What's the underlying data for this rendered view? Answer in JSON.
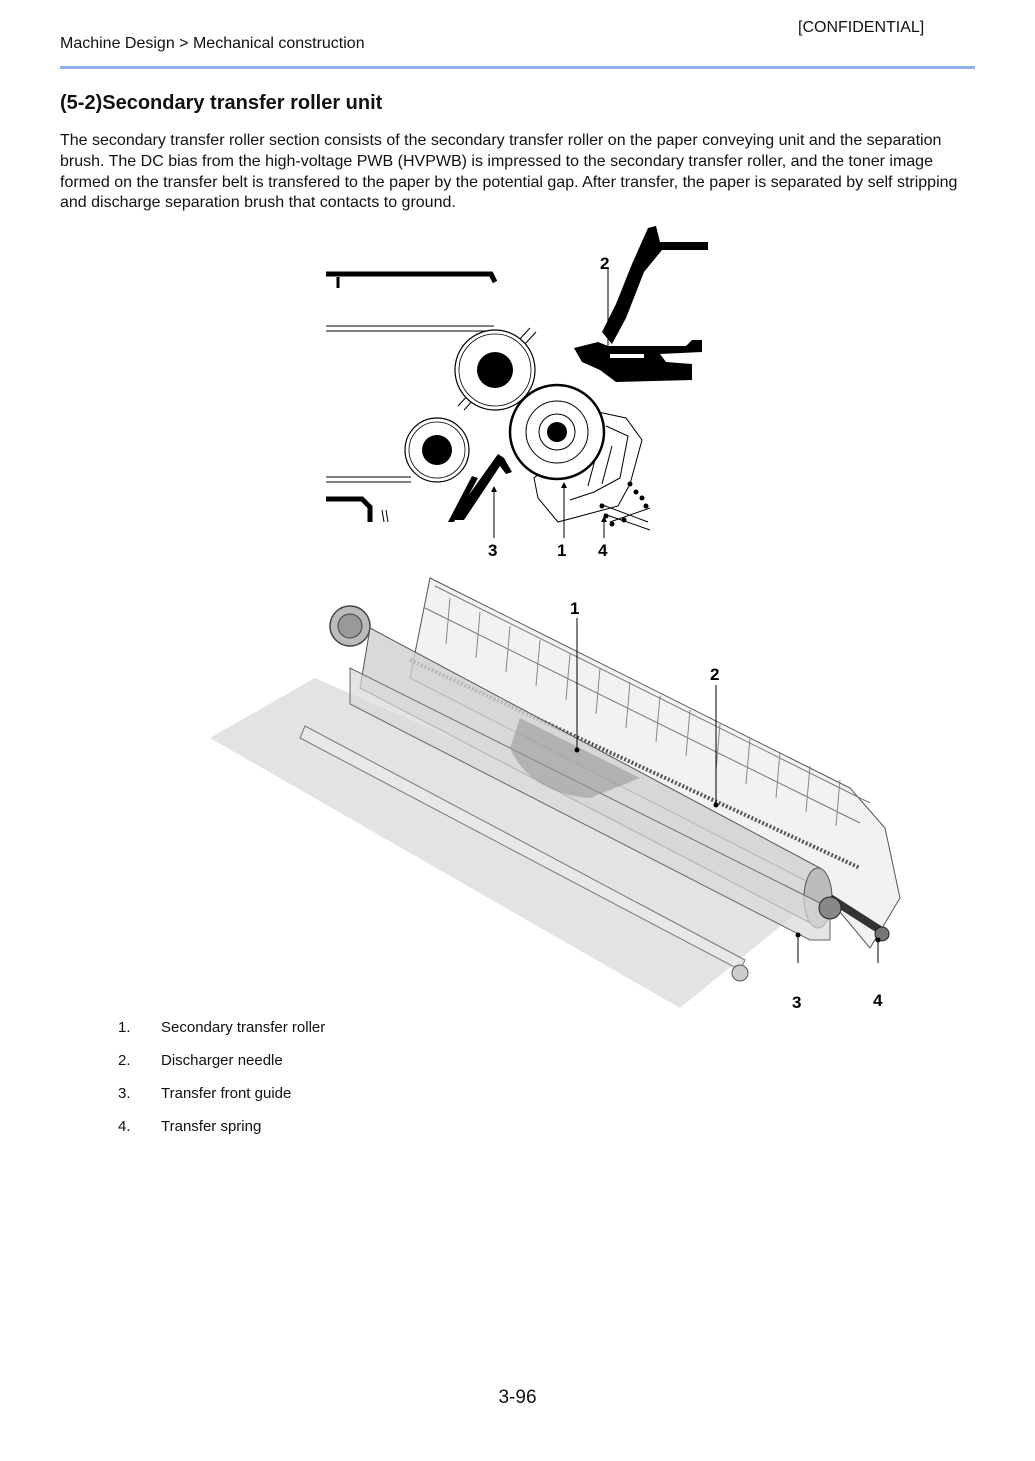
{
  "header": {
    "confidential": "[CONFIDENTIAL]",
    "breadcrumb": "Machine Design > Mechanical construction"
  },
  "section": {
    "title": "(5-2)Secondary transfer roller unit",
    "intro": "The secondary transfer roller section consists of the secondary transfer roller on the paper conveying unit and the separation brush. The DC bias from the high-voltage PWB (HVPWB) is impressed to the secondary transfer roller, and the toner image formed on the transfer belt is transfered to the paper by the potential gap. After transfer, the paper is separated by self stripping and discharge separation brush that contacts to ground."
  },
  "figure_top": {
    "callouts": [
      "2",
      "3",
      "1",
      "4"
    ]
  },
  "figure_bottom": {
    "callouts": [
      "1",
      "2",
      "3",
      "4"
    ]
  },
  "parts": [
    {
      "num": "1.",
      "label": "Secondary transfer roller"
    },
    {
      "num": "2.",
      "label": "Discharger needle"
    },
    {
      "num": "3.",
      "label": "Transfer front guide"
    },
    {
      "num": "4.",
      "label": "Transfer spring"
    }
  ],
  "footer": {
    "page_number": "3-96"
  }
}
